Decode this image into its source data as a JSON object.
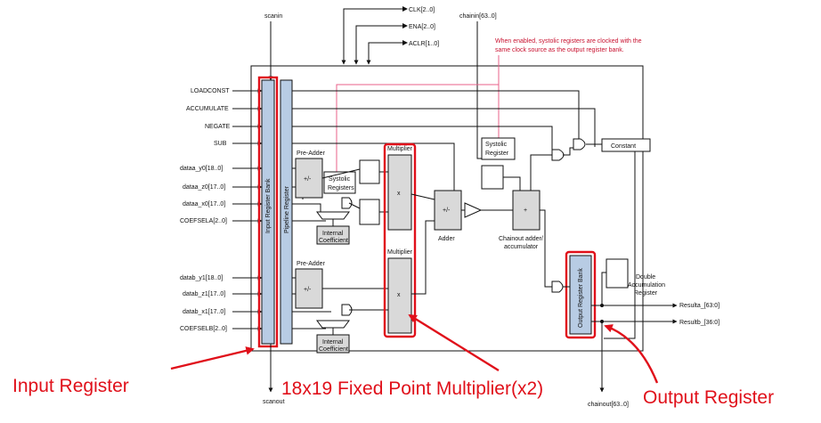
{
  "top_signals": {
    "scanin": "scanin",
    "clk": "CLK[2..0]",
    "ena": "ENA[2..0]",
    "aclr": "ACLR[1..0]",
    "chainin": "chainin[63..0]"
  },
  "note": {
    "line1": "When enabled, systolic registers are clocked with the",
    "line2": "same clock source as the output register bank."
  },
  "left_signals": {
    "loadconst": "LOADCONST",
    "accumulate": "ACCUMULATE",
    "negate": "NEGATE",
    "sub": "SUB",
    "dataa_y0": "dataa_y0[18..0]",
    "dataa_z0": "dataa_z0[17..0]",
    "dataa_x0": "dataa_x0[17..0]",
    "coefsela": "COEFSELA[2..0]",
    "datab_y1": "datab_y1[18..0]",
    "datab_z1": "datab_z1[17..0]",
    "datab_x1": "datab_x1[17..0]",
    "coefselb": "COEFSELB[2..0]"
  },
  "blocks": {
    "input_register_bank": "Input Register Bank",
    "pipeline_register": "Pipeline Register",
    "pre_adder_top": "Pre-Adder",
    "pre_adder_bottom": "Pre-Adder",
    "plus_minus_top": "+/-",
    "plus_minus_bottom": "+/-",
    "systolic_1": "Systolic",
    "systolic_1b": "Registers",
    "multiplier_top": "Multiplier",
    "multiplier_bottom": "Multiplier",
    "mult_x_top": "x",
    "mult_x_bottom": "x",
    "internal_top_1": "Internal",
    "internal_top_2": "Coefficient",
    "internal_bottom_1": "Internal",
    "internal_bottom_2": "Coefficient",
    "adder_sign": "+/-",
    "adder": "Adder",
    "systolic_2": "Systolic",
    "systolic_2b": "Register",
    "chainout_sign": "+",
    "chainout_adder_1": "Chainout adder/",
    "chainout_adder_2": "accumulator",
    "constant": "Constant",
    "output_register_bank": "Output Register Bank",
    "double_acc_1": "Double",
    "double_acc_2": "Accumulation",
    "double_acc_3": "Register"
  },
  "outputs": {
    "resulta": "Resulta_[63:0]",
    "resultb": "Resultb_[36:0]",
    "scanout": "scanout",
    "chainout": "chainout[63..0]"
  },
  "annotations": {
    "input_register": "Input Register",
    "multiplier": "18x19 Fixed Point Multiplier(x2)",
    "output_register": "Output Register"
  },
  "colors": {
    "highlight": "#e0101a",
    "note": "#c8102e",
    "register_bank": "#b8cce4",
    "block_fill": "#d9d9d9"
  }
}
